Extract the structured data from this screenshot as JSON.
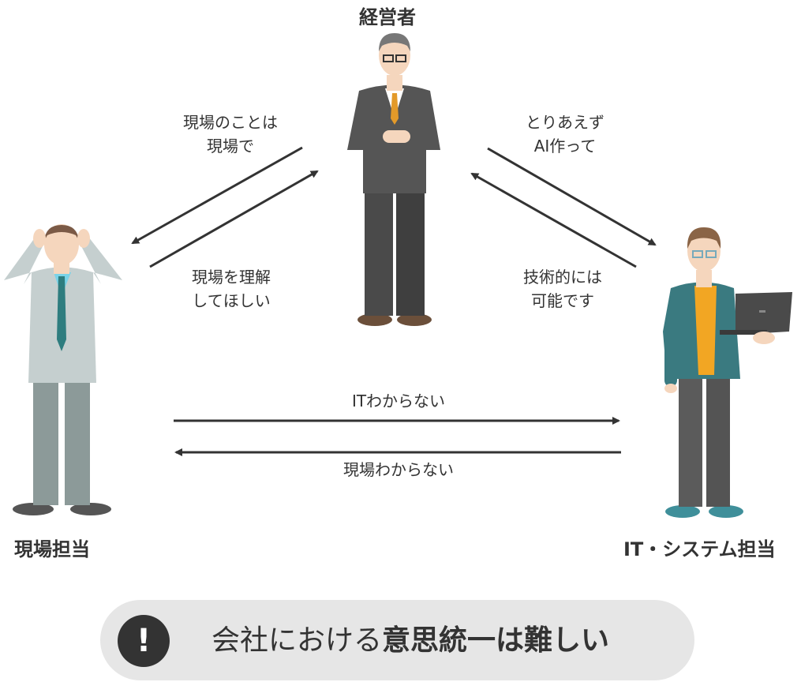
{
  "roles": {
    "executive": "経営者",
    "field_staff": "現場担当",
    "it_staff": "IT・システム担当"
  },
  "messages": {
    "exec_to_field": [
      "現場のことは",
      "現場で"
    ],
    "field_to_exec": [
      "現場を理解",
      "してほしい"
    ],
    "exec_to_it": [
      "とりあえず",
      "AI作って"
    ],
    "it_to_exec": [
      "技術的には",
      "可能です"
    ],
    "field_to_it": "ITわからない",
    "it_to_field": "現場わからない"
  },
  "banner": {
    "icon": "exclamation-icon",
    "icon_text": "!",
    "text_regular": "会社における",
    "text_bold": "意思統一",
    "text_regular2": "は",
    "text_bold2": "難しい"
  },
  "colors": {
    "arrow": "#333333",
    "banner_bg": "#e6e6e6",
    "it_jacket": "#3a7a80",
    "field_suit": "#c5cfcf"
  }
}
